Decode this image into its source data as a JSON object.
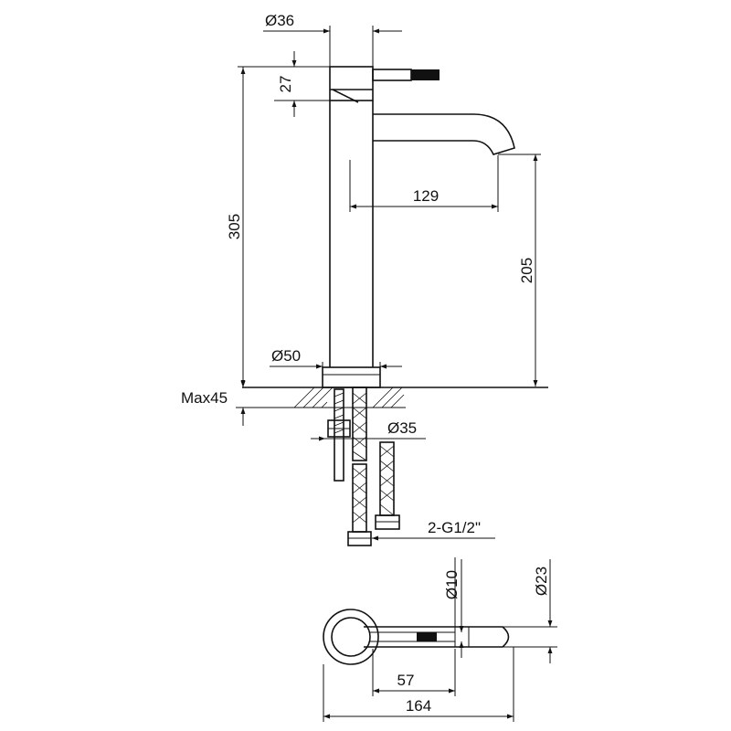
{
  "dimensions": {
    "body_diameter": "Ø36",
    "handle_height": "27",
    "total_height": "305",
    "spout_reach": "129",
    "spout_height": "205",
    "base_diameter": "Ø50",
    "max_counter_thickness": "Max45",
    "hole_diameter": "Ø35",
    "connection_thread": "2-G1/2\"",
    "handle_diameter": "Ø10",
    "spout_tip_diameter": "Ø23",
    "handle_length": "57",
    "overall_length": "164"
  }
}
